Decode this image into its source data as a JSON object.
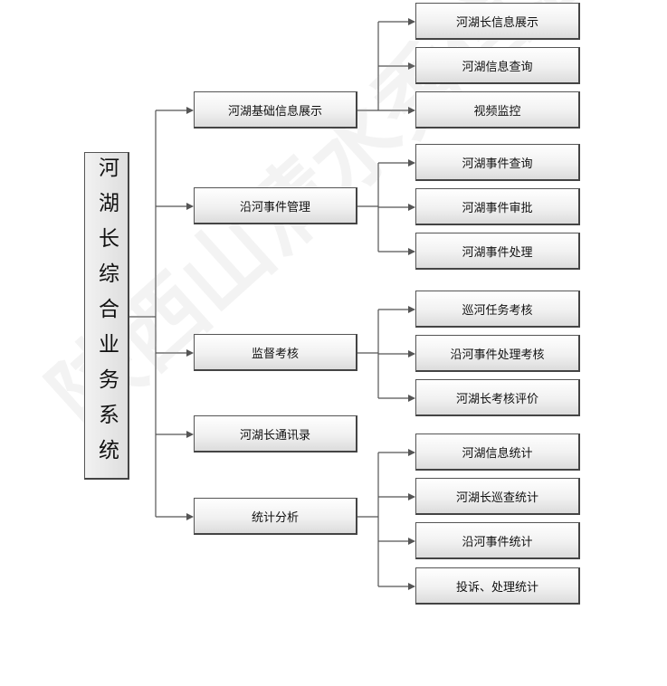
{
  "root": "河湖长综合业务系统",
  "modules": [
    {
      "label": "河湖基础信息展示",
      "children": [
        "河湖长信息展示",
        "河湖信息查询",
        "视频监控"
      ]
    },
    {
      "label": "沿河事件管理",
      "children": [
        "河湖事件查询",
        "河湖事件审批",
        "河湖事件处理"
      ]
    },
    {
      "label": "监督考核",
      "children": [
        "巡河任务考核",
        "沿河事件处理考核",
        "河湖长考核评价"
      ]
    },
    {
      "label": "河湖长通讯录",
      "children": []
    },
    {
      "label": "统计分析",
      "children": [
        "河湖信息统计",
        "河湖长巡查统计",
        "沿河事件统计",
        "投诉、处理统计"
      ]
    }
  ],
  "watermark": "陕西山清水秀信息科技有限公司",
  "colors": {
    "line": "#555555",
    "box_border": "#555555"
  }
}
